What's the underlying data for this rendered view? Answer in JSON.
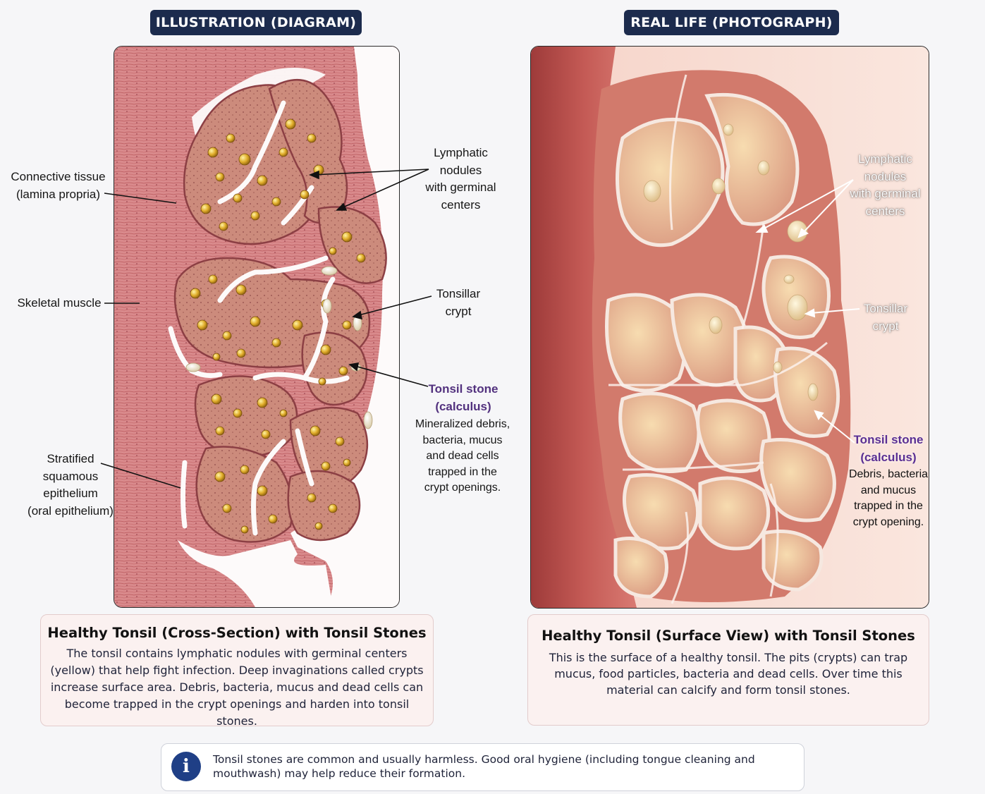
{
  "left": {
    "header": "ILLUSTRATION (DIAGRAM)",
    "labels": {
      "connective": [
        "Connective tissue",
        "(lamina propria)"
      ],
      "skeletal": "Skeletal muscle",
      "stratified": [
        "Stratified",
        "squamous",
        "epithelium",
        "(oral epithelium)"
      ],
      "lymphatic": [
        "Lymphatic",
        "nodules",
        "with germinal",
        "centers"
      ],
      "crypt": [
        "Tonsillar",
        "crypt"
      ],
      "stone_title": [
        "Tonsil stone",
        "(calculus)"
      ],
      "stone_desc": [
        "Mineralized debris,",
        "bacteria, mucus",
        "and dead cells",
        "trapped in the",
        "crypt openings."
      ]
    },
    "caption": {
      "title": "Healthy Tonsil (Cross-Section) with Tonsil Stones",
      "body": "The tonsil contains lymphatic nodules with germinal centers (yellow) that help fight infection. Deep invaginations called crypts increase surface area. Debris, bacteria, mucus and dead cells can become trapped in the crypt openings and harden into tonsil stones."
    }
  },
  "right": {
    "header": "REAL LIFE (PHOTOGRAPH)",
    "labels": {
      "lymphatic": [
        "Lymphatic",
        "nodules",
        "with germinal",
        "centers"
      ],
      "crypt": [
        "Tonsillar",
        "crypt"
      ],
      "stone_title": [
        "Tonsil stone",
        "(calculus)"
      ],
      "stone_desc": [
        "Debris, bacteria",
        "and mucus",
        "trapped in the",
        "crypt opening."
      ]
    },
    "caption": {
      "title": "Healthy Tonsil (Surface View) with Tonsil Stones",
      "body": "This is the surface of a healthy tonsil. The pits (crypts) can trap mucus, food particles, bacteria and dead cells. Over time this material can calcify and form tonsil stones."
    }
  },
  "notice": {
    "icon": "info-icon",
    "icon_glyph": "i",
    "text": "Tonsil stones are common and usually harmless. Good oral hygiene (including tongue cleaning and mouthwash) may help reduce their formation."
  },
  "colors": {
    "header_bg": "#1c2b4d",
    "tissue_pink": "#d9888a",
    "nodule_yellow": "#d9a52a",
    "stone_cream": "#efe6cf",
    "highlight_purple": "#52317e",
    "info_blue": "#1f3f86"
  }
}
